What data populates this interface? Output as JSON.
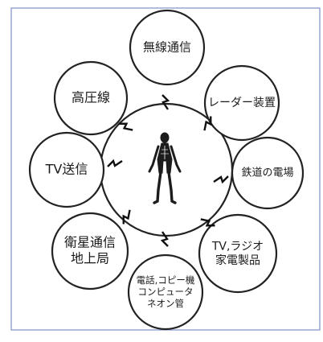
{
  "sources": [
    {
      "id": "radio",
      "lines": [
        "無線通信"
      ]
    },
    {
      "id": "radar",
      "lines": [
        "レーダー装置"
      ]
    },
    {
      "id": "railway",
      "lines": [
        "鉄道の電場"
      ]
    },
    {
      "id": "appliances",
      "lines": [
        "TV,ラジオ",
        "家電製品"
      ]
    },
    {
      "id": "office",
      "lines": [
        "電話,コピー機",
        "コンピュータ",
        "ネオン管"
      ]
    },
    {
      "id": "satellite",
      "lines": [
        "衛星通信",
        "地上局"
      ]
    },
    {
      "id": "tv",
      "lines": [
        "TV送信"
      ]
    },
    {
      "id": "powerline",
      "lines": [
        "高圧線"
      ]
    }
  ]
}
